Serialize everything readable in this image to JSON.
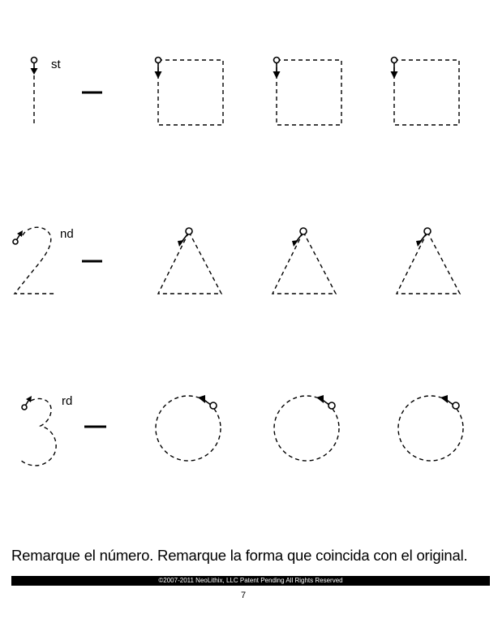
{
  "rows": [
    {
      "numeral": "1",
      "suffix": "st",
      "shape": "square"
    },
    {
      "numeral": "2",
      "suffix": "nd",
      "shape": "triangle"
    },
    {
      "numeral": "3",
      "suffix": "rd",
      "shape": "circle"
    }
  ],
  "instructions": "Remarque el número. Remarque la forma que coincida con el original.",
  "footer": "©2007-2011  NeoLithix, LLC  Patent Pending  All Rights Reserved",
  "page_number": "7"
}
